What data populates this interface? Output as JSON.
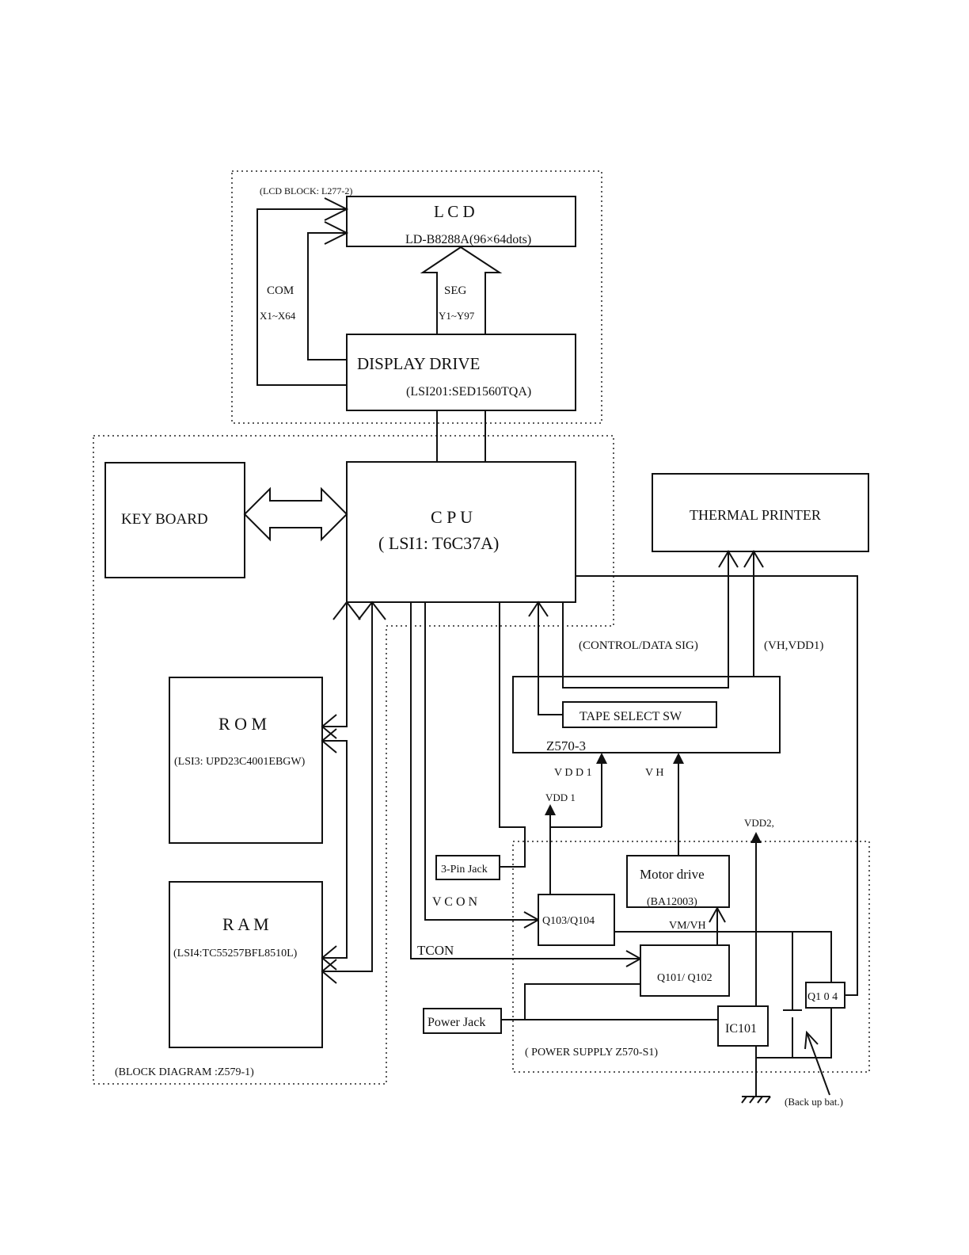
{
  "groups": {
    "lcd_block": "(LCD  BLOCK: L277-2)",
    "block_diagram": "(BLOCK  DIAGRAM :Z579-1)",
    "power_supply": "( POWER SUPPLY Z570-S1)"
  },
  "blocks": {
    "lcd_title": "L C D",
    "lcd_part": "LD-B8288A(96×64dots)",
    "display_drive_title": "DISPLAY   DRIVE",
    "display_drive_part": "(LSI201:SED1560TQA)",
    "cpu_title": "C P U",
    "cpu_part": "( LSI1:  T6C37A)",
    "keyboard": "KEY  BOARD",
    "rom_title": "R O M",
    "rom_part": "(LSI3: UPD23C4001EBGW)",
    "ram_title": "R A M",
    "ram_part": "(LSI4:TC55257BFL8510L)",
    "thermal_printer": "THERMAL PRINTER",
    "tape_select": "TAPE SELECT  SW",
    "z570_3": "Z570-3",
    "three_pin_jack": "3-Pin Jack",
    "motor_drive": "Motor drive",
    "motor_part": "(BA12003)",
    "q103_q104": "Q103/Q104",
    "q101_q102": "Q101/ Q102",
    "q104": "Q1 0 4",
    "power_jack": "Power Jack",
    "ic101": "IC101"
  },
  "signals": {
    "com": "COM",
    "com_range": "X1~X64",
    "seg": "SEG",
    "seg_range": "Y1~Y97",
    "control_data": "(CONTROL/DATA SIG)",
    "vh_vdd1": "(VH,VDD1)",
    "vdd1_top": "V D D 1",
    "vh": "V H",
    "vdd1_low": "VDD 1",
    "vdd2": "VDD2,",
    "vcon": "V C O N",
    "tcon": "TCON",
    "vm_vh": "VM/VH",
    "backup_bat": "(Back up bat.)"
  }
}
